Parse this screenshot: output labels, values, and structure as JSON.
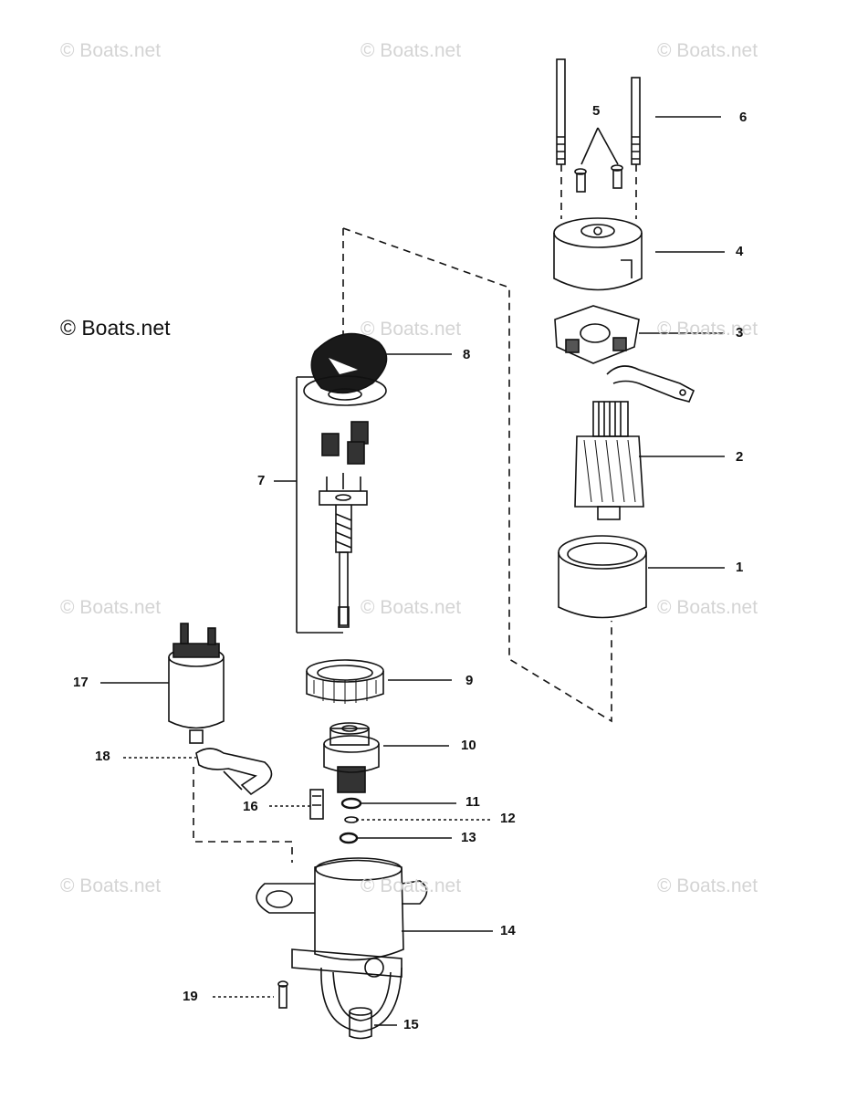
{
  "watermarks": [
    "© Boats.net",
    "© Boats.net",
    "© Boats.net",
    "© Boats.net",
    "© Boats.net",
    "© Boats.net",
    "© Boats.net",
    "© Boats.net",
    "© Boats.net",
    "© Boats.net",
    "© Boats.net"
  ],
  "copyright": "© Boats.net",
  "callouts": {
    "c1": "1",
    "c2": "2",
    "c3": "3",
    "c4": "4",
    "c5": "5",
    "c6": "6",
    "c7": "7",
    "c8": "8",
    "c9": "9",
    "c10": "10",
    "c11": "11",
    "c12": "12",
    "c13": "13",
    "c14": "14",
    "c15": "15",
    "c16": "16",
    "c17": "17",
    "c18": "18",
    "c19": "19"
  }
}
